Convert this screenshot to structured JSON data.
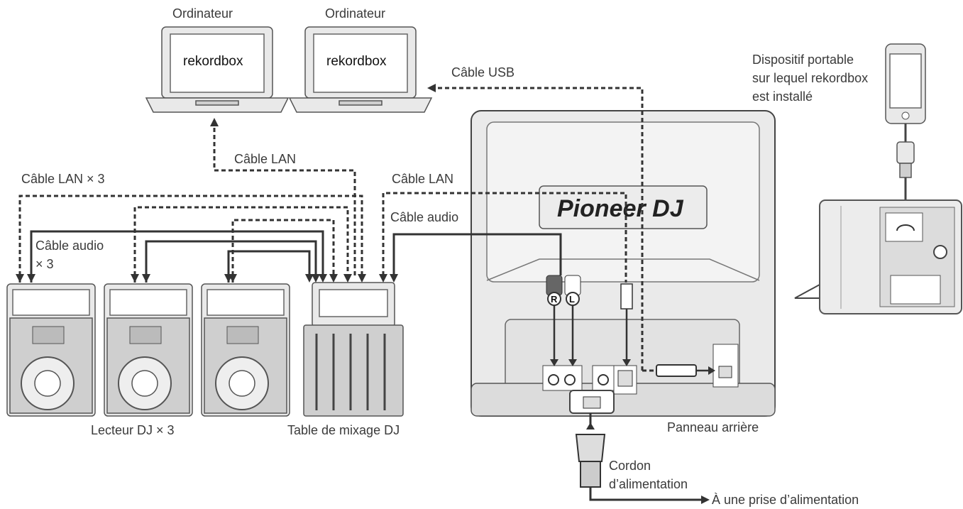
{
  "labels": {
    "computer1_title": "Ordinateur",
    "computer2_title": "Ordinateur",
    "computer1_screen": "rekordbox",
    "computer2_screen": "rekordbox",
    "usb_cable": "Câble USB",
    "lan_cable_top": "Câble LAN",
    "lan_cable_x3": "Câble LAN × 3",
    "lan_cable_right": "Câble LAN",
    "audio_cable_x3_line1": "Câble audio",
    "audio_cable_x3_line2": "× 3",
    "audio_cable_right": "Câble audio",
    "portable_line1": "Dispositif portable",
    "portable_line2": "sur lequel rekordbox",
    "portable_line3": "est installé",
    "dj_players": "Lecteur DJ × 3",
    "dj_mixer": "Table de mixage DJ",
    "rear_panel": "Panneau arrière",
    "power_cord_line1": "Cordon",
    "power_cord_line2": "d’alimentation",
    "power_outlet": "À une prise d’alimentation",
    "brand_logo": "Pioneer DJ",
    "audio_R": "R",
    "audio_L": "L"
  },
  "colors": {
    "line": "#333333",
    "device": "#e9e9e9"
  }
}
